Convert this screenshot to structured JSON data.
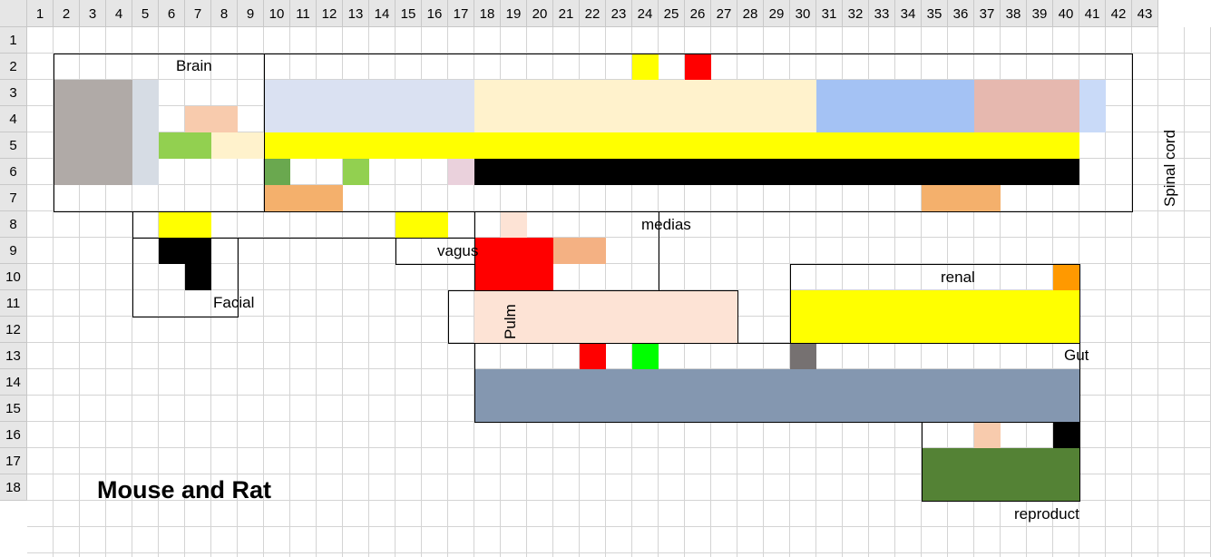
{
  "columns": [
    "1",
    "2",
    "3",
    "4",
    "5",
    "6",
    "7",
    "8",
    "9",
    "10",
    "11",
    "12",
    "13",
    "14",
    "15",
    "16",
    "17",
    "18",
    "19",
    "20",
    "21",
    "22",
    "23",
    "24",
    "25",
    "26",
    "27",
    "28",
    "29",
    "30",
    "31",
    "32",
    "33",
    "34",
    "35",
    "36",
    "37",
    "38",
    "39",
    "40",
    "41",
    "42",
    "43"
  ],
  "rows": [
    "1",
    "2",
    "3",
    "4",
    "5",
    "6",
    "7",
    "8",
    "9",
    "10",
    "11",
    "12",
    "13",
    "14",
    "15",
    "16",
    "17",
    "18"
  ],
  "title": "Mouse and Rat",
  "labels": {
    "brain": "Brain",
    "spinal_cord": "Spinal cord",
    "facial": "Facial",
    "vagus": "vagus",
    "medias": "medias",
    "pulm": "Pulm",
    "renal": "renal",
    "gut": "Gut",
    "reproduct": "reproduct"
  },
  "colors": {
    "grey": "#b0aaa7",
    "light_blue_grey": "#d6dce4",
    "peach": "#f8cbad",
    "light_green": "#92d050",
    "cream": "#fff2cc",
    "lavender": "#dae1f2",
    "yellow": "#ffff00",
    "red": "#ff0000",
    "sky_blue": "#a4c2f4",
    "rose": "#e6b8af",
    "pale_blue": "#c9daf8",
    "dark_green": "#6aa84f",
    "pink": "#ead1dc",
    "black": "#000000",
    "orange": "#f4b06c",
    "salmon": "#f4b183",
    "light_peach": "#fde3d5",
    "bright_orange": "#ff9900",
    "bright_green": "#00ff00",
    "dark_grey": "#767171",
    "slate": "#8497b0",
    "olive_green": "#548235"
  }
}
